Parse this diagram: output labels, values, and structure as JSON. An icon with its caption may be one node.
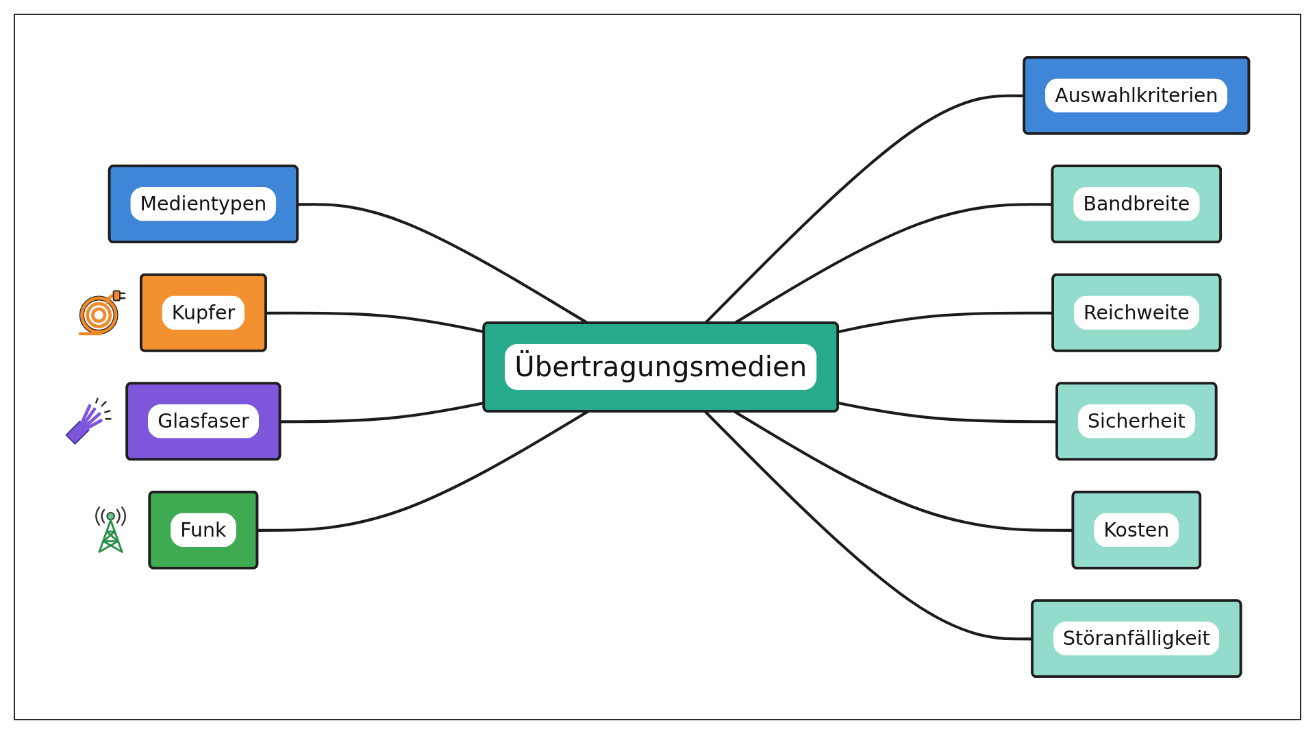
{
  "diagram": {
    "nodes": [
      {
        "text": [
          "Medientypen"
        ]
      },
      {
        "text": [
          "Kupfer"
        ]
      },
      {
        "text": [
          "Glasfaser"
        ]
      },
      {
        "text": [
          "Funk"
        ]
      },
      {
        "text": [
          "Übertragungsmedien"
        ]
      },
      {
        "text": [
          "Auswahlkriterien"
        ]
      },
      {
        "text": [
          "Bandbreite"
        ]
      },
      {
        "text": [
          "Reichweite"
        ]
      },
      {
        "text": [
          "Sicherheit"
        ]
      },
      {
        "text": [
          "Kosten"
        ]
      },
      {
        "text": [
          "Störanfälligkeit"
        ]
      }
    ],
    "edges": [
      {
        "from": 0,
        "to": 4,
        "arrow": "none"
      },
      {
        "from": 1,
        "to": 4,
        "arrow": "none"
      },
      {
        "from": 2,
        "to": 4,
        "arrow": "none"
      },
      {
        "from": 3,
        "to": 4,
        "arrow": "none"
      },
      {
        "from": 4,
        "to": 5,
        "arrow": "none"
      },
      {
        "from": 4,
        "to": 6,
        "arrow": "none"
      },
      {
        "from": 4,
        "to": 7,
        "arrow": "none"
      },
      {
        "from": 4,
        "to": 8,
        "arrow": "none"
      },
      {
        "from": 4,
        "to": 9,
        "arrow": "none"
      },
      {
        "from": 4,
        "to": 10,
        "arrow": "none"
      }
    ]
  }
}
